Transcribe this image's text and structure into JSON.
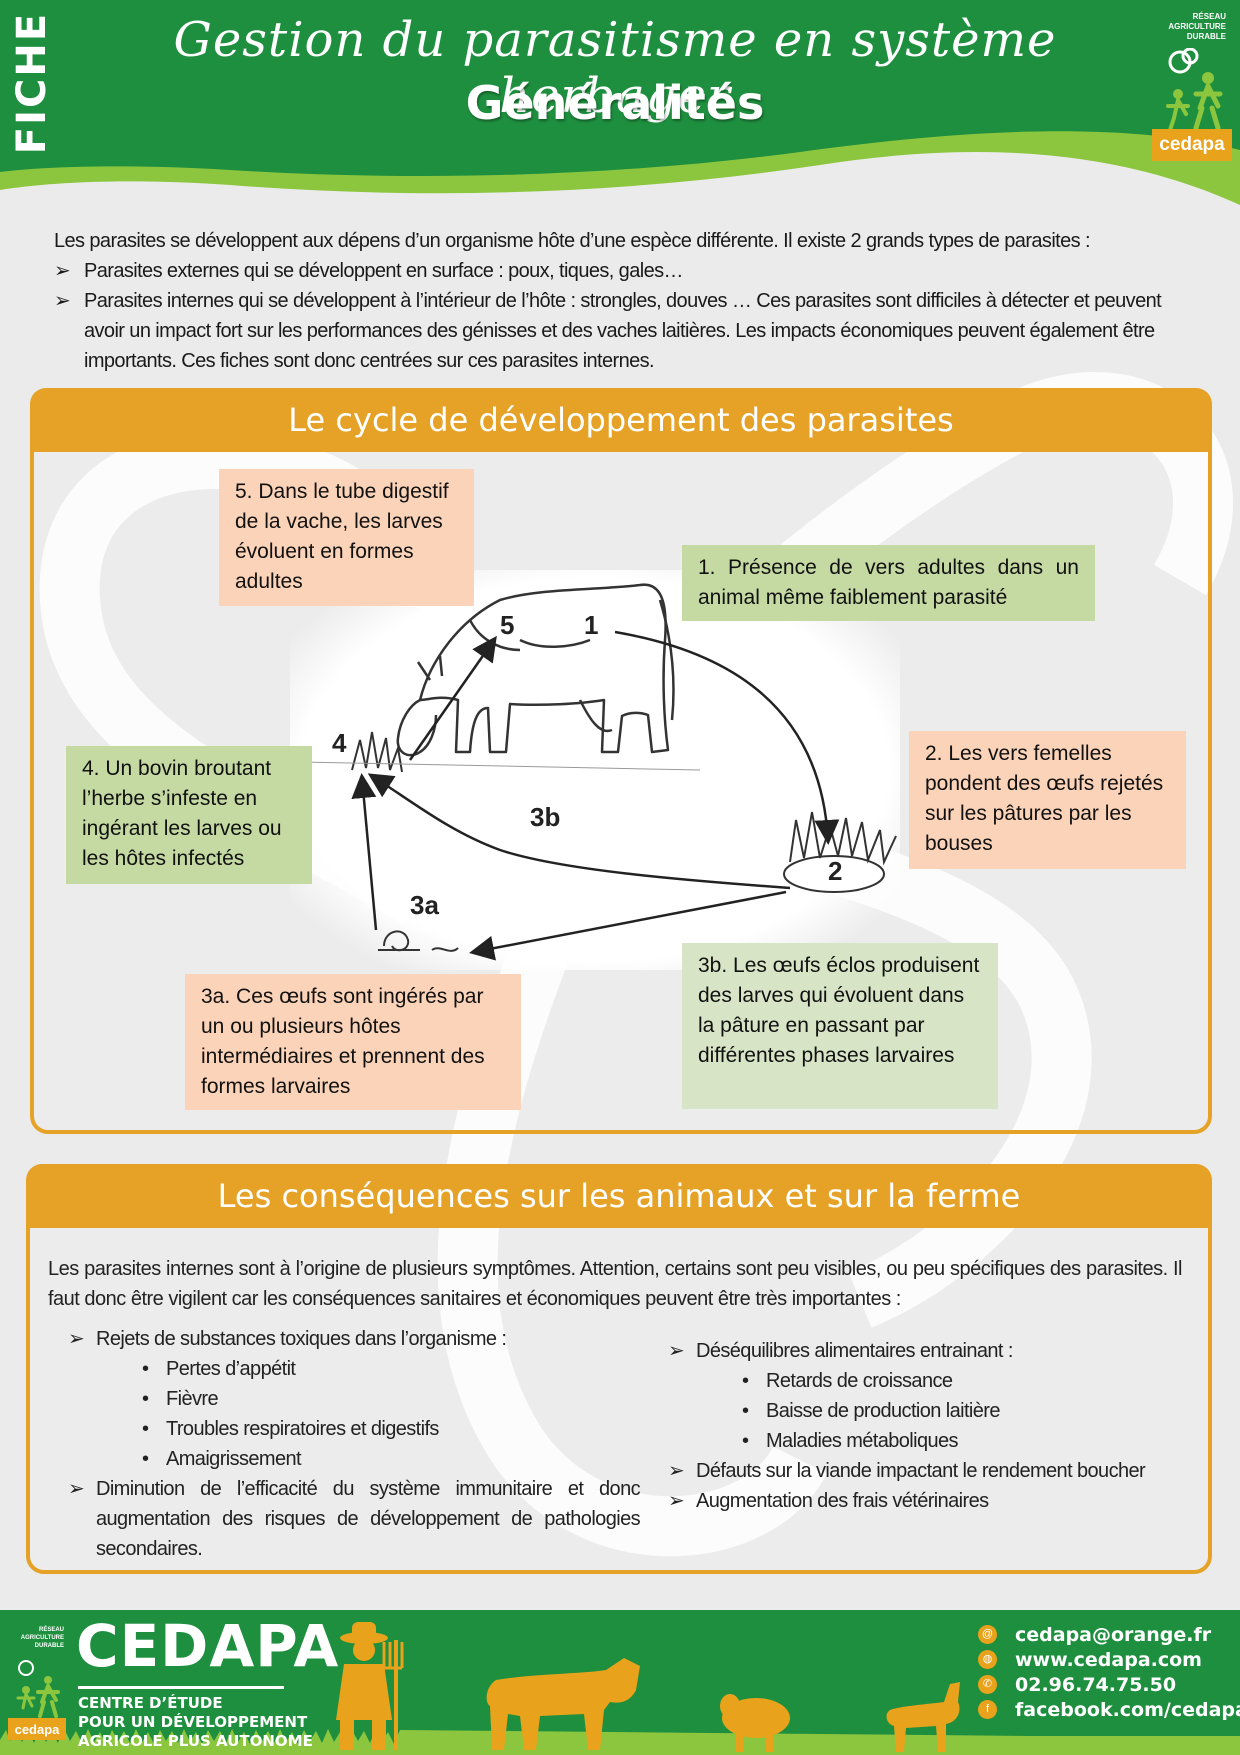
{
  "header": {
    "tag": "FICHE",
    "title": "Gestion du parasitisme en système herbager",
    "subtitle": "Généralités",
    "logo_network": [
      "RÉSEAU",
      "AGRICULTURE",
      "DURABLE"
    ],
    "logo_brand": "cedapa"
  },
  "intro": {
    "paragraph": "Les parasites se développent aux dépens d’un organisme hôte d’une espèce différente. Il existe 2 grands types de parasites :",
    "bullets": [
      "Parasites externes qui se développent en surface : poux, tiques, gales…",
      "Parasites internes qui se développent à l’intérieur de l’hôte : strongles, douves … Ces parasites sont difficiles à détecter et peuvent avoir un impact fort sur les performances des génisses et des vaches laitières. Les impacts économiques peuvent également être importants. Ces fiches sont donc centrées sur ces parasites internes."
    ],
    "bullet_glyph": "➢"
  },
  "cycle": {
    "heading": "Le cycle de développement des parasites",
    "labels": {
      "l5": "5",
      "l1": "1",
      "l4": "4",
      "l3b": "3b",
      "l2": "2",
      "l3a": "3a"
    },
    "boxes": {
      "step5": "5. Dans le tube digestif de la vache, les larves évoluent en formes adultes",
      "step1": "1. Présence de vers adultes dans un animal même faiblement parasité",
      "step4": "4. Un bovin broutant l’herbe s’infeste en ingérant les larves ou les hôtes infectés",
      "step2": "2. Les vers femelles pondent des œufs rejetés sur les pâtures par les bouses",
      "step3b": "3b. Les œufs éclos produisent des larves qui évoluent dans la pâture en passant par différentes phases larvaires",
      "step3a": "3a. Ces œufs sont ingérés par un ou plusieurs hôtes intermédiaires et prennent des formes larvaires"
    }
  },
  "consequences": {
    "heading": "Les conséquences sur les animaux et sur la ferme",
    "intro": "Les parasites internes sont à l’origine de plusieurs symptômes. Attention, certains sont peu visibles, ou peu spécifiques des parasites. Il faut donc être vigilent car les conséquences sanitaires et économiques peuvent être très importantes :",
    "left": {
      "item1": "Rejets de substances toxiques dans l’organisme :",
      "item1_subs": [
        "Pertes d’appétit",
        "Fièvre",
        "Troubles respiratoires et digestifs",
        "Amaigrissement"
      ],
      "item2": "Diminution de l’efficacité du système immunitaire et donc augmentation des risques de développement de pathologies secondaires."
    },
    "right": {
      "item1": "Déséquilibres alimentaires entrainant :",
      "item1_subs": [
        "Retards de croissance",
        "Baisse de production laitière",
        "Maladies métaboliques"
      ],
      "item2": "Défauts sur la viande impactant le rendement boucher",
      "item3": "Augmentation des frais vétérinaires"
    },
    "bullet_glyph": "➢",
    "sub_glyph": "•"
  },
  "footer": {
    "brand": "CEDAPA",
    "tagline": [
      "CENTRE D’ÉTUDE",
      "POUR UN DÉVELOPPEMENT",
      "AGRICOLE PLUS AUTONOME"
    ],
    "logo_network": [
      "RÉSEAU",
      "AGRICULTURE",
      "DURABLE"
    ],
    "logo_brand": "cedapa",
    "contacts": {
      "email": "cedapa@orange.fr",
      "web": "www.cedapa.com",
      "phone": "02.96.74.75.50",
      "facebook": "facebook.com/cedapa"
    },
    "icons": {
      "email": "@",
      "web": "◍",
      "phone": "✆",
      "facebook": "f"
    }
  },
  "colors": {
    "green": "#1e8f3e",
    "light_green": "#8cc63e",
    "orange": "#e5a227",
    "peach": "#fbd3b8",
    "sage": "#c5d9a3"
  }
}
